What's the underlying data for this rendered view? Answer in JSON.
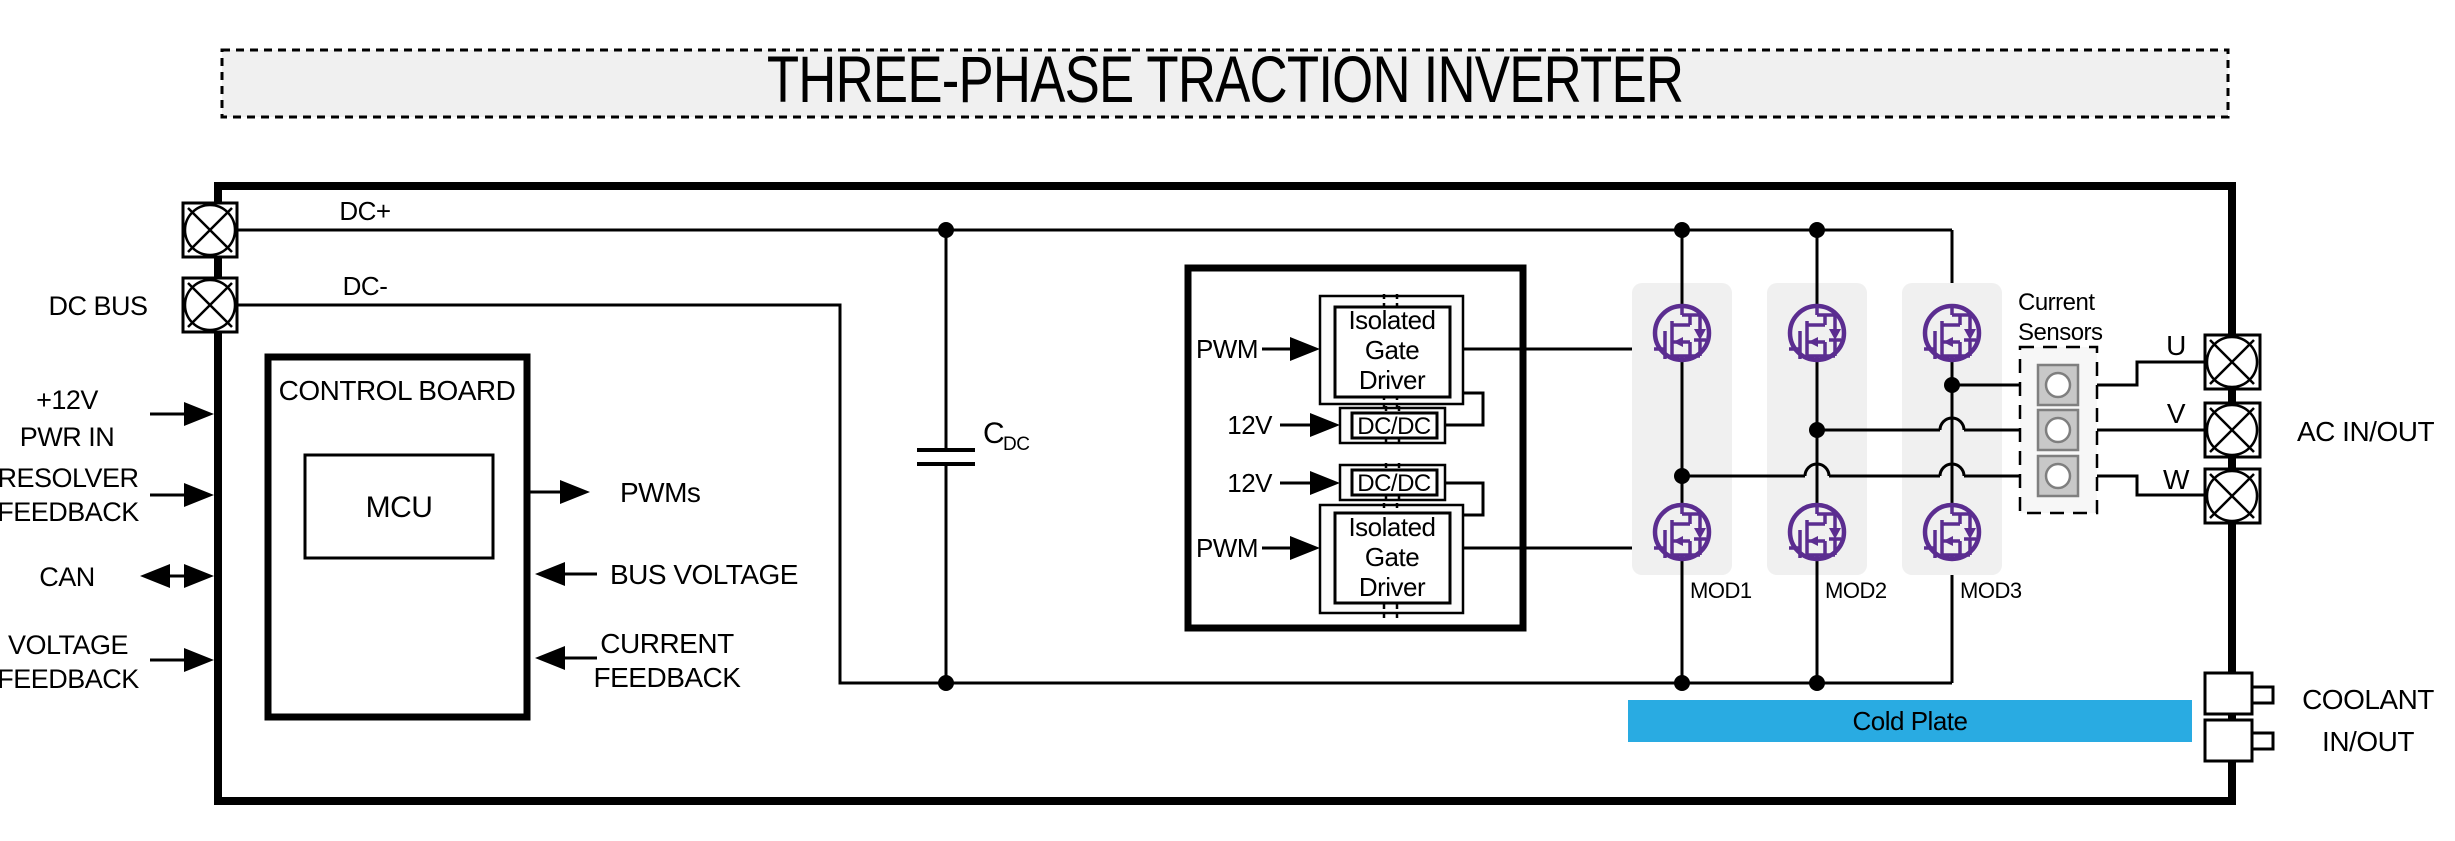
{
  "title": {
    "text": "THREE-PHASE TRACTION INVERTER"
  },
  "dc_bus": {
    "label": "DC BUS",
    "dc_plus": "DC+",
    "dc_minus": "DC-"
  },
  "left_ports": {
    "pwr_line1": "+12V",
    "pwr_line2": "PWR IN",
    "resolver_line1": "RESOLVER",
    "resolver_line2": "FEEDBACK",
    "can": "CAN",
    "voltage_line1": "VOLTAGE",
    "voltage_line2": "FEEDBACK"
  },
  "control_board": {
    "title": "CONTROL BOARD",
    "mcu": "MCU",
    "pwms": "PWMs",
    "bus_voltage": "BUS VOLTAGE",
    "current_feedback_line1": "CURRENT",
    "current_feedback_line2": "FEEDBACK"
  },
  "dc_link": {
    "cap": "C",
    "cap_sub": "DC"
  },
  "gate_board": {
    "pwm_top": "PWM",
    "pwm_bottom": "PWM",
    "v12_top": "12V",
    "v12_bottom": "12V",
    "driver_top_line1": "Isolated",
    "driver_top_line2": "Gate",
    "driver_top_line3": "Driver",
    "driver_bottom_line1": "Isolated",
    "driver_bottom_line2": "Gate",
    "driver_bottom_line3": "Driver",
    "dcdc_top": "DC/DC",
    "dcdc_bottom": "DC/DC"
  },
  "modules": {
    "mod1": "MOD1",
    "mod2": "MOD2",
    "mod3": "MOD3"
  },
  "sensors": {
    "line1": "Current",
    "line2": "Sensors"
  },
  "phases": {
    "u": "U",
    "v": "V",
    "w": "W"
  },
  "ac": {
    "label": "AC IN/OUT"
  },
  "cold_plate": {
    "label": "Cold Plate"
  },
  "coolant": {
    "line1": "COOLANT",
    "line2": "IN/OUT"
  },
  "colors": {
    "mosfet_purple": "#5b2d90",
    "cold_plate_blue": "#29abe2",
    "module_bg": "#f0f0f0",
    "title_bg": "#f0f0f0",
    "sensor_gray": "#c8c8c8",
    "sensor_panel_bg": "#f7f7f7"
  }
}
